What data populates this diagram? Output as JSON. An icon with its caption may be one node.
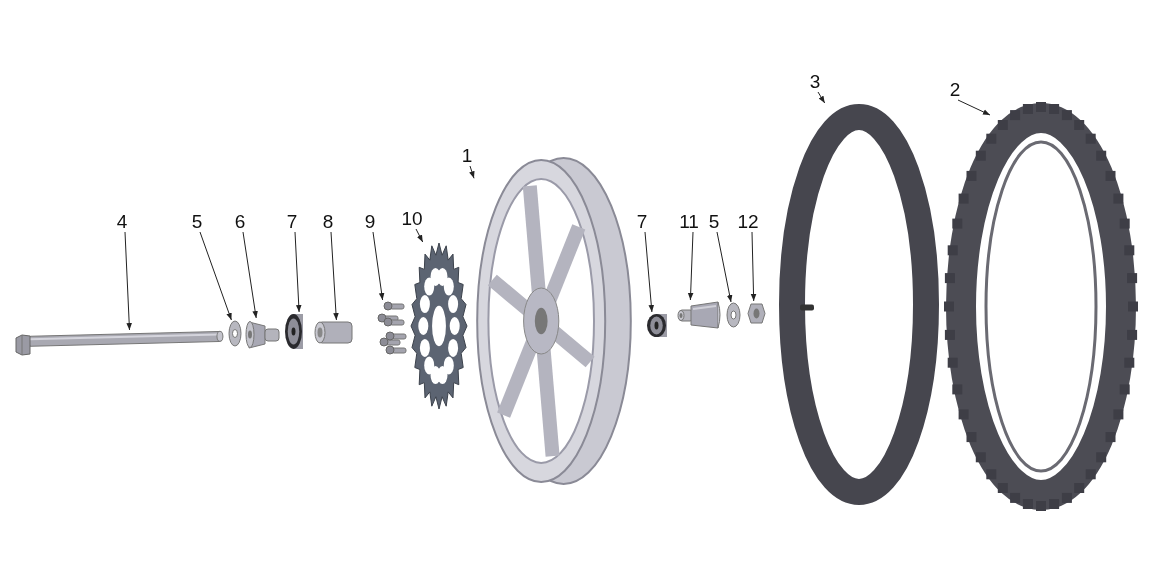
{
  "diagram": {
    "nodes": [
      {
        "text": [
          "4"
        ]
      },
      {
        "text": [
          "5"
        ]
      },
      {
        "text": [
          "6"
        ]
      },
      {
        "text": [
          "7"
        ]
      },
      {
        "text": [
          "8"
        ]
      },
      {
        "text": [
          "9"
        ]
      },
      {
        "text": [
          "10"
        ]
      },
      {
        "text": [
          "1"
        ]
      },
      {
        "text": [
          "7"
        ]
      },
      {
        "text": [
          "11"
        ]
      },
      {
        "text": [
          "5"
        ]
      },
      {
        "text": [
          "12"
        ]
      },
      {
        "text": [
          "3"
        ]
      },
      {
        "text": [
          "2"
        ]
      },
      {
        "text": [],
        "shape": "picture"
      },
      {
        "text": [],
        "shape": "picture"
      },
      {
        "text": [],
        "shape": "picture"
      },
      {
        "text": [],
        "shape": "picture"
      },
      {
        "text": [],
        "shape": "picture"
      },
      {
        "text": [],
        "shape": "picture"
      },
      {
        "text": [],
        "shape": "picture"
      },
      {
        "text": [],
        "shape": "picture"
      },
      {
        "text": [],
        "shape": "picture"
      },
      {
        "text": [],
        "shape": "picture"
      },
      {
        "text": [],
        "shape": "picture"
      },
      {
        "text": [],
        "shape": "picture"
      },
      {
        "text": [],
        "shape": "picture"
      },
      {
        "text": [],
        "shape": "picture"
      }
    ],
    "edges": [
      {
        "from": 0,
        "to": 14,
        "arrow": "to"
      },
      {
        "from": 1,
        "to": 15,
        "arrow": "to"
      },
      {
        "from": 2,
        "to": 16,
        "arrow": "to"
      },
      {
        "from": 3,
        "to": 17,
        "arrow": "to"
      },
      {
        "from": 4,
        "to": 18,
        "arrow": "to"
      },
      {
        "from": 5,
        "to": 19,
        "arrow": "to"
      },
      {
        "from": 6,
        "to": 20,
        "arrow": "to"
      },
      {
        "from": 7,
        "to": 21,
        "arrow": "to"
      },
      {
        "from": 8,
        "to": 22,
        "arrow": "to"
      },
      {
        "from": 9,
        "to": 23,
        "arrow": "to"
      },
      {
        "from": 10,
        "to": 24,
        "arrow": "to"
      },
      {
        "from": 11,
        "to": 25,
        "arrow": "to"
      },
      {
        "from": 12,
        "to": 26,
        "arrow": "to"
      },
      {
        "from": 13,
        "to": 27,
        "arrow": "to"
      }
    ]
  }
}
